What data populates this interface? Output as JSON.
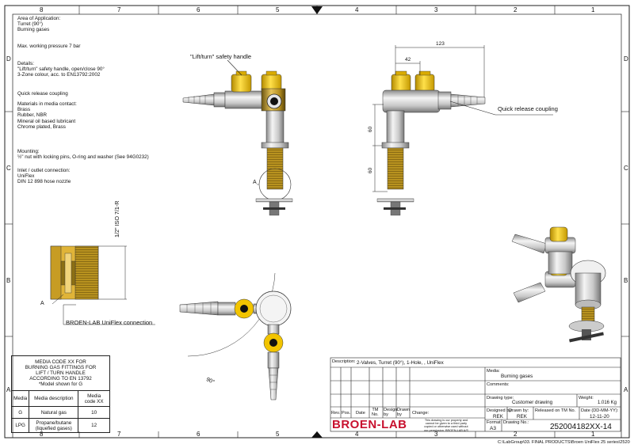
{
  "frame": {
    "cols": [
      "8",
      "7",
      "6",
      "5",
      "4",
      "3",
      "2",
      "1"
    ],
    "rows": [
      "D",
      "C",
      "B",
      "A"
    ]
  },
  "notes": {
    "application": "Area of Application:\nTurret (90°)\nBurning gases",
    "pressure": "Max. working pressure 7 bar",
    "details": "Details:\n\"Lift/turn\" safety handle, open/close 90°\n3-Zone colour, acc. to EN13792:2002",
    "coupling": "Quick release coupling",
    "materials": "Materials in media contact:\nBrass\nRubber, NBR\nMineral oil based lubricant\nChrome plated, Brass",
    "mounting": "Mounting:\n½\" nut with locking pins, O-ring and washer (See 94G0232)",
    "inlet": "Inlet / outlet connection:\nUniFlex\nDIN 12 898 hose nozzle"
  },
  "callouts": {
    "safety_handle": "\"Lift/turn\" safety handle",
    "quick_release": "Quick release coupling",
    "uniflex": "BROEN-LAB UniFlex connection",
    "thread": "1/2\" ISO 7/1-R",
    "detail_a1": "A",
    "detail_a2": "A",
    "angle": "90°"
  },
  "dimensions": {
    "d123": "123",
    "d42": "42",
    "d60a": "60",
    "d60b": "60"
  },
  "media_table": {
    "header": "MEDIA CODE XX FOR\nBURNING GAS FITTINGS FOR\nLIFT / TURN  HANDLE\nACCORDING TO EN 13792\n*Model shown for G",
    "col_media": "Media",
    "col_desc": "Media description",
    "col_code": "Media\ncode XX",
    "rows": [
      {
        "media": "G",
        "desc": "Natural gas",
        "code": "10"
      },
      {
        "media": "LPG",
        "desc": "Propane/butane\n(liquefied gases)",
        "code": "12"
      }
    ]
  },
  "title_block": {
    "description_label": "Description:",
    "description": "2-Valves, Turret (90°), 1-Hole, , UniFlex",
    "media_label": "Media:",
    "media": "Burning gases",
    "comments_label": "Comments:",
    "drawing_type_label": "Drawing type:",
    "drawing_type": "Customer drawing",
    "weight_label": "Weight:",
    "weight": "1.016 Kg",
    "rev": "Rev.",
    "pos": "Pos.",
    "date": "Date",
    "tm_no": "TM\nNo.",
    "design_by": "Design\nby",
    "drawn_by": "Drawn\nby",
    "change": "Change:",
    "designed_by_label": "Designed by:",
    "designed_by": "REK",
    "drawn_by_label": "Drawn by:",
    "drawn_by_val": "REK",
    "released_label": "Released on TM No.",
    "date_label": "Date (DD-MM-YY):",
    "date_val": "12-11-20",
    "format_label": "Format",
    "format": "A3",
    "drawing_no_label": "Drawing No.:",
    "drawing_no": "252004182XX-14",
    "logo": "BROEN-LAB",
    "property_note": "This drawing is our property and\ncannot be given to a third party\ncopied or otherwise used without\nour permission. BROEN-LAB A/S",
    "path": "C:\\LabGroup\\03. FINAL PRODUCTS\\Broen UniFlex 25 series\\2520"
  },
  "colors": {
    "handle_yellow": "#f2c400",
    "brass": "#c9a227",
    "chrome": "#d8d8d8",
    "black": "#111111"
  }
}
